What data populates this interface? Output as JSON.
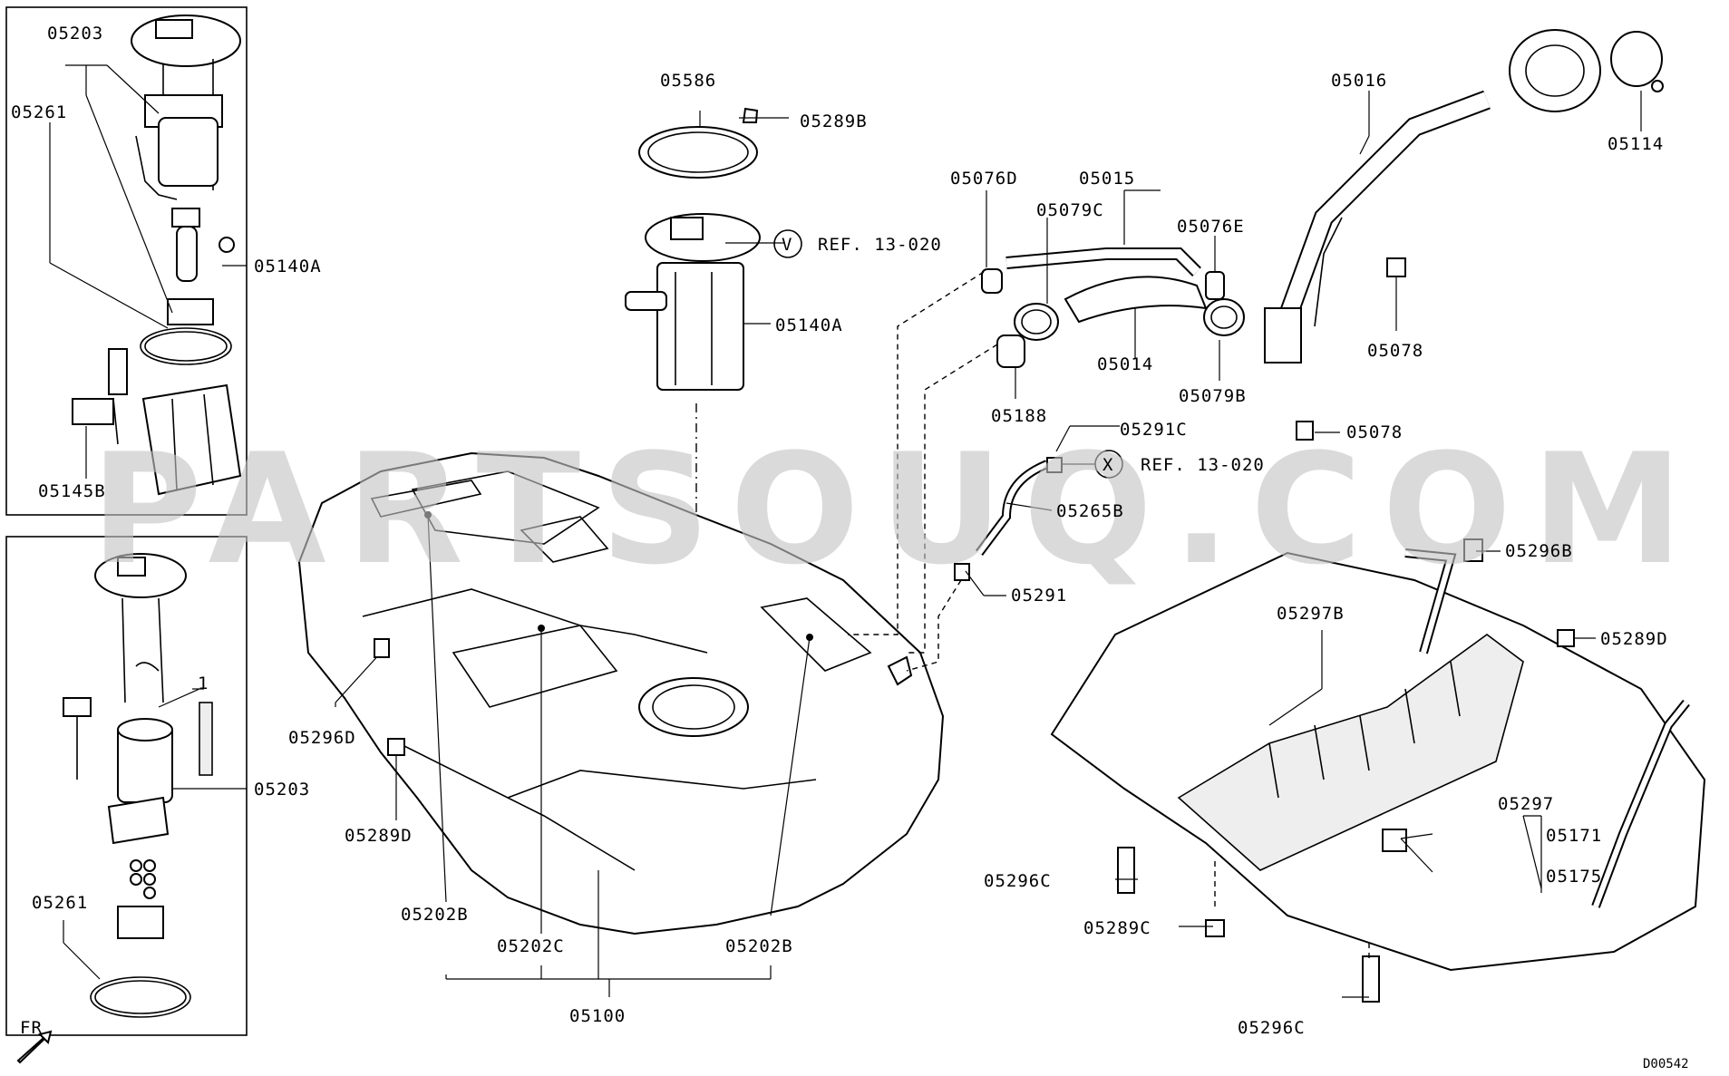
{
  "watermark": "PARTSOUQ.COM",
  "diagram_code": "D00542",
  "orientation_label": "FR",
  "parts": {
    "p05203_top": "05203",
    "p05261_top": "05261",
    "p05140A_left": "05140A",
    "p05145B": "05145B",
    "p05203_bottom": "05203",
    "p05261_bottom": "05261",
    "p1": "1",
    "p05586": "05586",
    "p05289B": "05289B",
    "ref_v_label": "REF. 13-020",
    "ref_v_symbol": "V",
    "p05140A_center": "05140A",
    "p05296D": "05296D",
    "p05289D_left": "05289D",
    "p05202B_left": "05202B",
    "p05202C": "05202C",
    "p05202B_right": "05202B",
    "p05100": "05100",
    "p05076D": "05076D",
    "p05015": "05015",
    "p05079C": "05079C",
    "p05076E": "05076E",
    "p05014": "05014",
    "p05079B": "05079B",
    "p05188": "05188",
    "p05291C": "05291C",
    "ref_x_label": "REF. 13-020",
    "ref_x_symbol": "X",
    "p05265B": "05265B",
    "p05291": "05291",
    "p05016": "05016",
    "p05114": "05114",
    "p05078_upper": "05078",
    "p05078_lower": "05078",
    "p05296B": "05296B",
    "p05297B": "05297B",
    "p05289D_right": "05289D",
    "p05171": "05171",
    "p05175": "05175",
    "p05297": "05297",
    "p05296C_upper": "05296C",
    "p05289C": "05289C",
    "p05296C_lower": "05296C"
  }
}
